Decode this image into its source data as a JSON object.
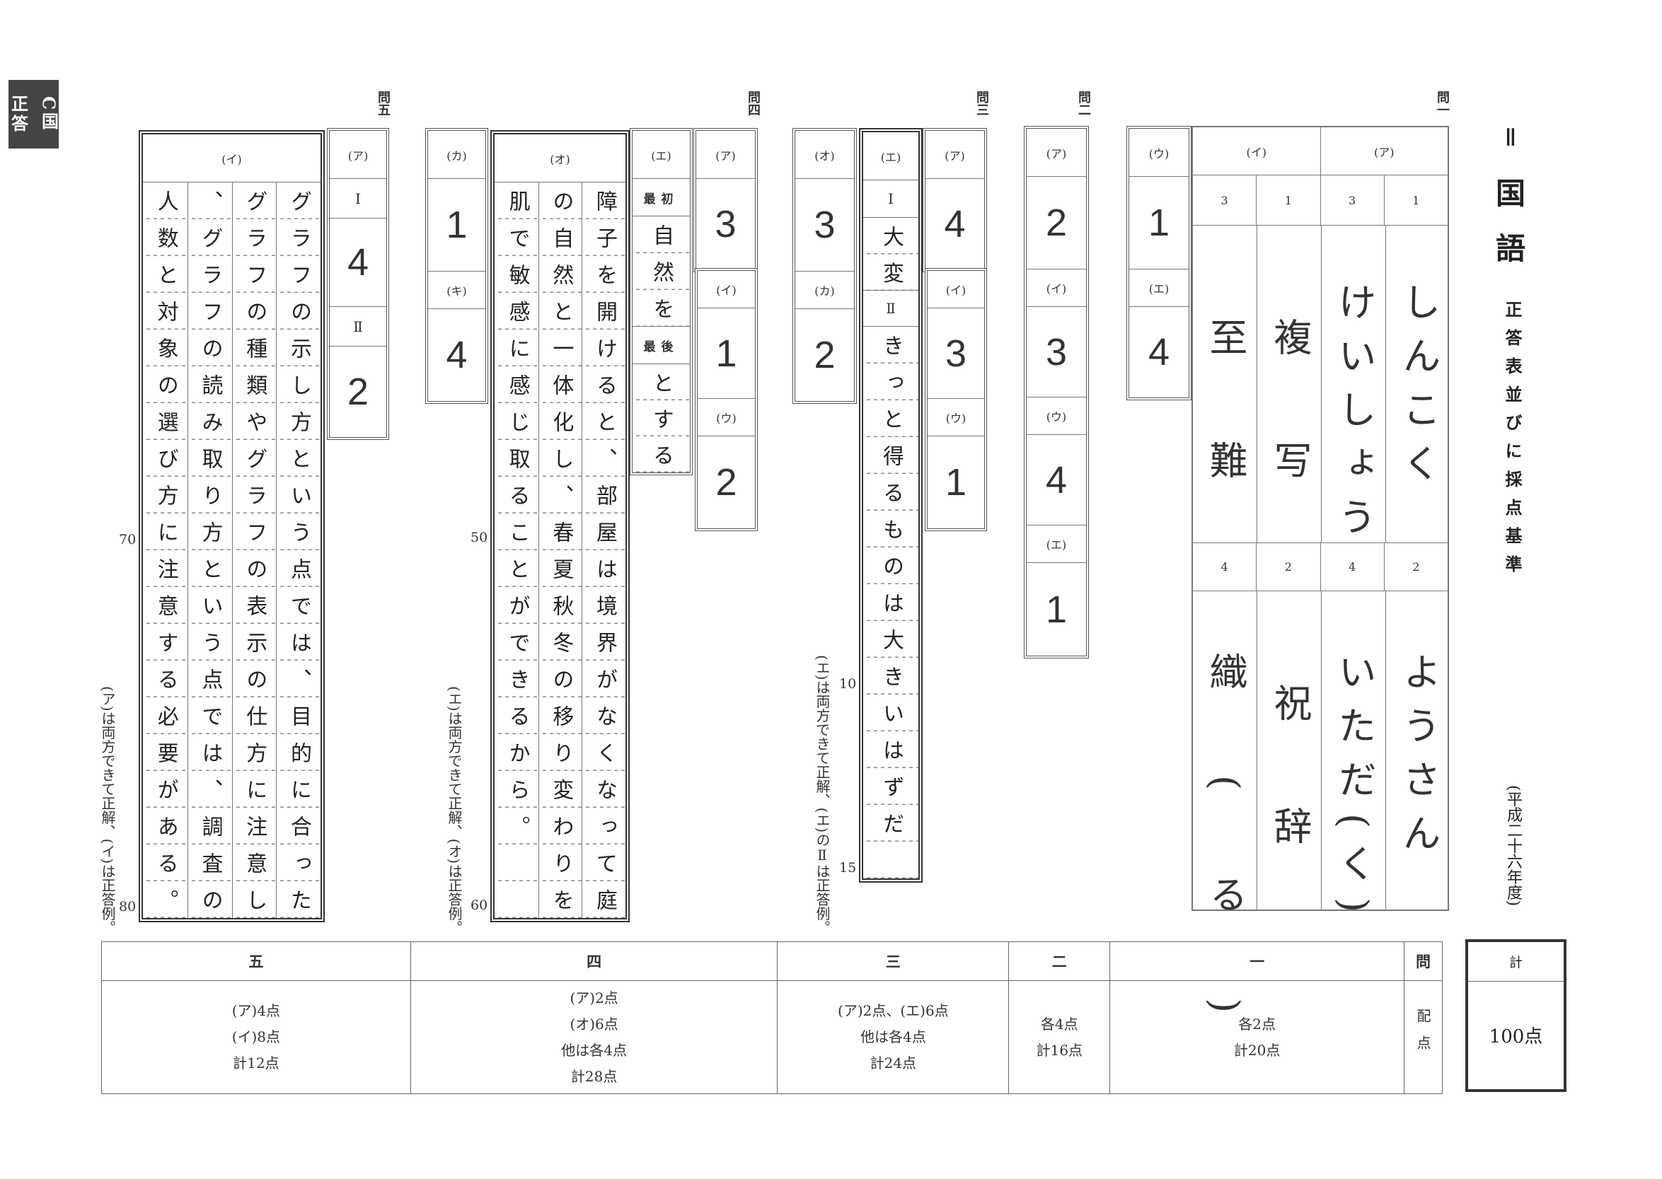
{
  "tab": {
    "line1": "C国",
    "line2": "正答"
  },
  "title": {
    "roman": "Ⅱ",
    "subject1": "国",
    "subject2": "語",
    "subtitle": "正答表並びに採点基準",
    "year": "(平成二十六年度)"
  },
  "q1": {
    "label": "問一",
    "u": {
      "label": "(ウ)",
      "answer": "1"
    },
    "e": {
      "label": "(エ)",
      "answer": "4"
    },
    "a": {
      "label": "(ア)",
      "items": [
        {
          "no": "1",
          "answer": "しんこく"
        },
        {
          "no": "2",
          "answer": "ようさん"
        },
        {
          "no": "3",
          "answer": "けいしょう"
        },
        {
          "no": "4",
          "answer": "いただ(く)"
        }
      ]
    },
    "i": {
      "label": "(イ)",
      "items": [
        {
          "no": "1",
          "answer": "複写"
        },
        {
          "no": "2",
          "answer": "祝辞"
        },
        {
          "no": "3",
          "answer": "至難"
        },
        {
          "no": "4",
          "answer": "織(る)"
        }
      ]
    }
  },
  "q2": {
    "label": "問二",
    "items": [
      {
        "label": "(ア)",
        "answer": "2"
      },
      {
        "label": "(イ)",
        "answer": "3"
      },
      {
        "label": "(ウ)",
        "answer": "4"
      },
      {
        "label": "(エ)",
        "answer": "1"
      }
    ]
  },
  "q3": {
    "label": "問三",
    "a": {
      "label": "(ア)",
      "answer": "4"
    },
    "i": {
      "label": "(イ)",
      "answer": "3"
    },
    "u": {
      "label": "(ウ)",
      "answer": "1"
    },
    "e": {
      "label": "(エ)",
      "part1_label": "Ⅰ",
      "part1": "大変",
      "part2_label": "Ⅱ",
      "part2": "きっと得るものは大きいはずだ"
    },
    "o": {
      "label": "(オ)",
      "answer": "3"
    },
    "ka": {
      "label": "(カ)",
      "answer": "2"
    },
    "counter": [
      "10",
      "15"
    ],
    "note": "(エ)は両方できて正解、(エ)のⅡは正答例。"
  },
  "q4": {
    "label": "問四",
    "a": {
      "label": "(ア)",
      "answer": "3"
    },
    "i": {
      "label": "(イ)",
      "answer": "1"
    },
    "u": {
      "label": "(ウ)",
      "answer": "2"
    },
    "e": {
      "label": "(エ)",
      "first_label": "最初",
      "first": "自然を",
      "last_label": "最後",
      "last": "とする"
    },
    "o": {
      "label": "(オ)",
      "lines": [
        "障子を開けると、部屋は境界がなくなって庭",
        "の自然と一体化し、春夏秋冬の移り変わりを",
        "肌で敏感に感じ取ることができるから。"
      ]
    },
    "ka": {
      "label": "(カ)",
      "answer": "1"
    },
    "ki": {
      "label": "(キ)",
      "answer": "4"
    },
    "counter": [
      "50",
      "60"
    ],
    "note": "(エ)は両方できて正解、(オ)は正答例。"
  },
  "q5": {
    "label": "問五",
    "a": {
      "label": "(ア)",
      "part1_label": "Ⅰ",
      "part1": "4",
      "part2_label": "Ⅱ",
      "part2": "2"
    },
    "i": {
      "label": "(イ)",
      "lines": [
        "グラフの示し方という点では、目的に合った",
        "グラフの種類やグラフの表示の仕方に注意し",
        "、グラフの読み取り方という点では、調査の",
        "人数と対象の選び方に注意する必要がある。"
      ]
    },
    "counter": [
      "70",
      "80"
    ],
    "note": "(ア)は両方できて正解、(イ)は正答例。"
  },
  "scoring": {
    "header_label": "問",
    "body_label": "配点",
    "columns": [
      {
        "q": "五",
        "lines": [
          "(ア)4点",
          "(イ)8点",
          "計12点"
        ]
      },
      {
        "q": "四",
        "lines": [
          "(ア)2点",
          "(オ)6点",
          "他は各4点",
          "計28点"
        ]
      },
      {
        "q": "三",
        "lines": [
          "(ア)2点、(エ)6点",
          "他は各4点",
          "計24点"
        ]
      },
      {
        "q": "二",
        "lines": [
          "各4点",
          "計16点"
        ]
      },
      {
        "q": "一",
        "lines": [
          "各2点",
          "計20点"
        ]
      }
    ],
    "total_label": "計",
    "total": "100点"
  }
}
